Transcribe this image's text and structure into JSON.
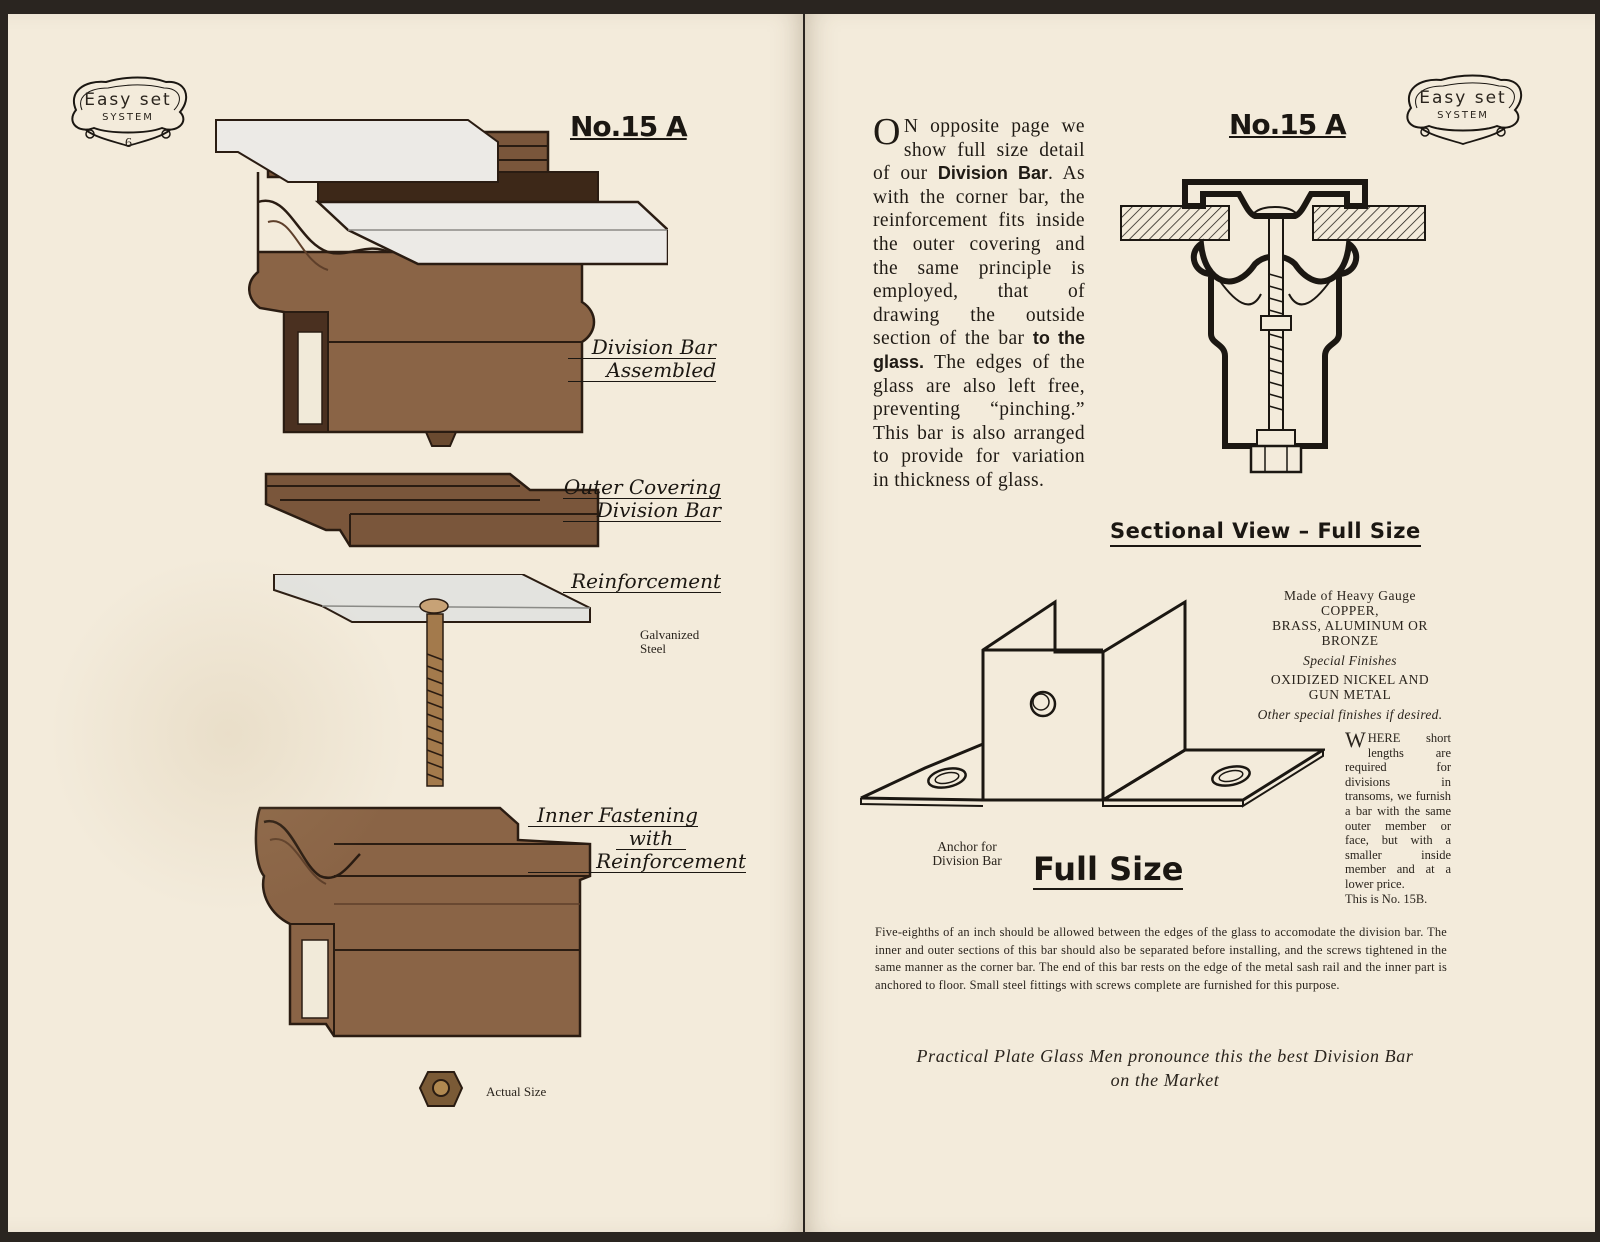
{
  "colors": {
    "paper": "#f3ebdb",
    "bronze": "#8a6446",
    "bronze_dark": "#5e3f2a",
    "glass": "#eceae6",
    "ink": "#1b1712"
  },
  "left_page": {
    "logo": {
      "line1": "Easy set",
      "line2": "SYSTEM"
    },
    "page_number": "6",
    "title": "No.15 A",
    "labels": {
      "assembled": [
        "Division Bar",
        "Assembled"
      ],
      "outer": [
        "Outer Covering",
        "Division Bar"
      ],
      "reinforcement": "Reinforcement",
      "galvanized": [
        "Galvanized",
        "Steel"
      ],
      "inner": [
        "Inner Fastening",
        "with",
        "Reinforcement"
      ],
      "actual_size": "Actual Size"
    }
  },
  "right_page": {
    "logo": {
      "line1": "Easy set",
      "line2": "SYSTEM"
    },
    "title": "No.15 A",
    "intro": {
      "dropcap": "O",
      "part1": "N opposite page we show full size detail of our ",
      "bold1": "Division Bar",
      "part2": ". As with the corner bar, the reinforcement fits inside the outer covering and the same principle is employed, that of drawing the outside section of the bar ",
      "bold2": "to the glass.",
      "part3": " The edges of the glass are also left free, preventing “pinching.” This bar is also arranged to provide for variation in thickness of glass."
    },
    "sectional_caption": "Sectional View – Full Size",
    "specs": {
      "made_of": "Made of Heavy Gauge",
      "metals": [
        "COPPER,",
        "BRASS, ALUMINUM OR",
        "BRONZE"
      ],
      "special_heading": "Special Finishes",
      "special_list": [
        "OXIDIZED NICKEL AND",
        "GUN METAL"
      ],
      "other": "Other special finishes if desired."
    },
    "where": {
      "dropcap": "W",
      "text": "HERE short lengths are required for divisions in transoms, we furnish a bar with the same outer member or face, but with a smaller inside member and at a lower price.",
      "last": "This is No. 15B."
    },
    "anchor_label": [
      "Anchor for",
      "Division Bar"
    ],
    "full_size": "Full Size",
    "paragraph": "Five-eighths of an inch should be allowed between the edges of the glass to accomodate the division bar. The inner and outer sections of this bar should also be separated before installing, and the screws tightened in the same manner as the corner bar. The end of this bar rests on the edge of the metal sash rail and the inner part is anchored to floor. Small steel fittings with screws complete are furnished for this purpose.",
    "quote": [
      "Practical Plate Glass Men pronounce this the best Division Bar",
      "on the Market"
    ]
  }
}
